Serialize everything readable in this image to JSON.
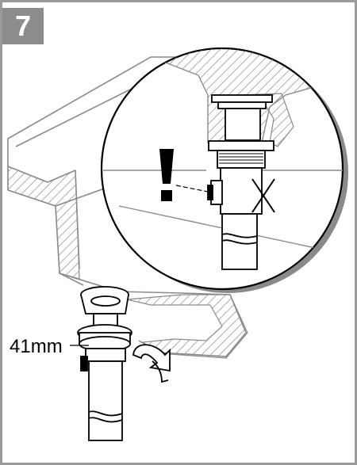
{
  "step": {
    "number": "7"
  },
  "dimension": {
    "label": "41mm"
  },
  "warning": {
    "symbol": "!",
    "forbidden_mark": "X"
  },
  "icons": [
    "exclamation-warning-icon",
    "cross-forbidden-icon",
    "rotate-arrow-icon"
  ],
  "colors": {
    "frame": "#9a9a9a",
    "badge": "#8c8c8c",
    "line": "#000000",
    "shadow": "#8a8a8a"
  }
}
